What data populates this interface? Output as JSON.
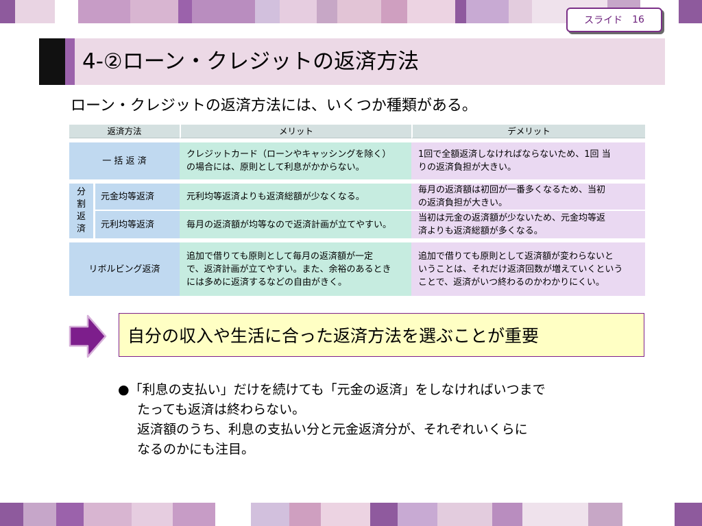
{
  "slide_badge": {
    "label": "スライド",
    "number": "16"
  },
  "title": "4-②ローン・クレジットの返済方法",
  "intro": "ローン・クレジットの返済方法には、いくつか種類がある。",
  "table": {
    "headers": [
      "返済方法",
      "メリット",
      "デメリット"
    ],
    "rows": {
      "lump": {
        "method": "一 括 返 済",
        "merit": [
          "クレジットカード（ローンやキャッシングを除く）",
          "の場合には、原則として利息がかからない。"
        ],
        "demerit": [
          "1回で全額返済しなければならないため、1回 当",
          "りの返済負担が大きい。"
        ]
      },
      "installment_group": [
        "分",
        "割",
        "返",
        "済"
      ],
      "equal_principal": {
        "method": "元金均等返済",
        "merit": [
          "元利均等返済よりも返済総額が少なくなる。"
        ],
        "demerit": [
          "毎月の返済額は初回が一番多くなるため、当初",
          "の返済負担が大きい。"
        ]
      },
      "equal_payment": {
        "method": "元利均等返済",
        "merit": [
          "毎月の返済額が均等なので返済計画が立てやすい。"
        ],
        "demerit": [
          "当初は元金の返済額が少ないため、元金均等返",
          "済よりも返済総額が多くなる。"
        ]
      },
      "revolving": {
        "method": "リボルビング返済",
        "merit": [
          "追加で借りても原則として毎月の返済額が一定",
          "で、返済計画が立てやすい。また、余裕のあるとき",
          "には多めに返済するなどの自由がきく。"
        ],
        "demerit": [
          "追加で借りても原則として返済額が変わらないと",
          "いうことは、それだけ返済回数が増えていくという",
          "ことで、返済がいつ終わるのかわかりにくい。"
        ]
      }
    }
  },
  "key_message": "自分の収入や生活に合った返済方法を選ぶことが重要",
  "notes": [
    "●「利息の支払い」だけを続けても「元金の返済」をしなければいつまで",
    "たっても返済は終わらない。",
    "返済額のうち、利息の支払い分と元金返済分が、それぞれいくらに",
    "なるのかにも注目。"
  ],
  "colors": {
    "accent_purple": "#9b62ab",
    "title_bar": "#ecd9e6",
    "method_cell": "#c0d9f0",
    "merit_cell": "#c6ece0",
    "demerit_cell": "#ead9f2",
    "key_box": "#ffffc4",
    "arrow": "#7d1e8c"
  }
}
